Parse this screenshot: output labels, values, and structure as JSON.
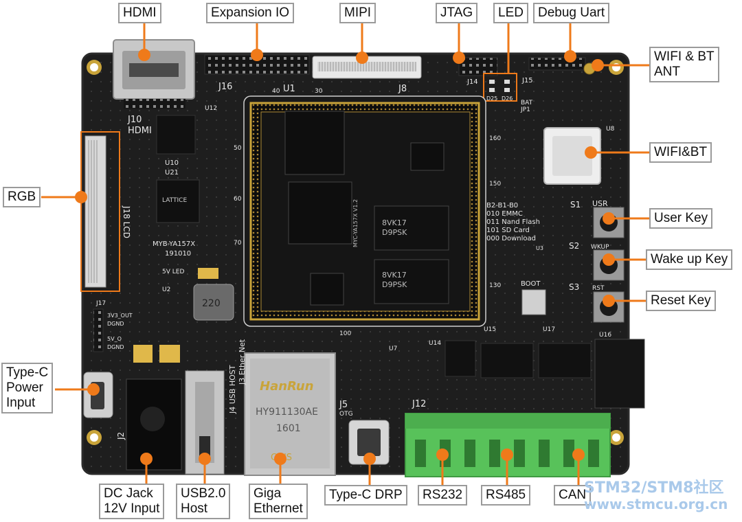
{
  "colors": {
    "pcb": "#1e1e1e",
    "pcb_edge": "#2b2b2b",
    "callout": "#ef7a1a",
    "label_border": "#9a9a9a",
    "terminal_green": "#58c25a",
    "gold": "#c9a43a",
    "watermark": "#a9c9ea"
  },
  "labels": {
    "hdmi": "HDMI",
    "expansion_io": "Expansion IO",
    "mipi": "MIPI",
    "jtag": "JTAG",
    "led": "LED",
    "debug_uart": "Debug Uart",
    "wifi_bt_ant_1": "WIFI & BT",
    "wifi_bt_ant_2": "ANT",
    "wifi_bt": "WIFI&BT",
    "rgb": "RGB",
    "user_key": "User Key",
    "wake_up_key": "Wake up Key",
    "reset_key": "Reset Key",
    "type_c_power_1": "Type-C",
    "type_c_power_2": "Power",
    "type_c_power_3": "Input",
    "dc_jack_1": "DC Jack",
    "dc_jack_2": "12V Input",
    "usb_host_1": "USB2.0",
    "usb_host_2": "Host",
    "giga_eth_1": "Giga",
    "giga_eth_2": "Ethernet",
    "type_c_drp": "Type-C DRP",
    "rs232": "RS232",
    "rs485": "RS485",
    "can": "CAN"
  },
  "silkscreen": {
    "j16": "J16",
    "u1": "U1",
    "j8": "J8",
    "j14": "J14",
    "j15": "J15",
    "j10": "J10",
    "hdmi": "HDMI",
    "j18": "J18 LCD",
    "board_name": "MYB-YA157X",
    "board_date": "191010",
    "boot_table": [
      "B2-B1-B0",
      "010 EMMC",
      "011 Nand Flash",
      "101 SD Card",
      "000 Download"
    ],
    "usr": "USR",
    "wkup": "WKUP",
    "rst": "RST",
    "s1": "S1",
    "s2": "S2",
    "s3": "S3",
    "boot": "BOOT",
    "j17": "J17",
    "v33_out": "3V3_OUT",
    "dgnd": "DGND",
    "v5_o": "5V_O",
    "led_5v": "5V LED",
    "j5": "J5",
    "otg": "OTG",
    "j12": "J12",
    "j4": "J4 USB HOST",
    "j3": "J3 Ether Net",
    "j2": "J2",
    "u8": "U8",
    "bat": "BAT",
    "jp1": "JP1",
    "inductor": "220",
    "mem_chip_1": "8VK17",
    "mem_chip_1b": "D9PSK",
    "mem_chip_2": "8VK17",
    "mem_chip_2b": "D9PSK",
    "som": "MYC-YA157X V1.2",
    "lattice": "LATTICE",
    "rj45_brand": "HanRun",
    "rj45_model": "HY911130AE",
    "rj45_code": "1601",
    "rj45_cert": "C US",
    "u10": "U10",
    "u21": "U21",
    "u12": "U12",
    "u2": "U2",
    "u3": "U3",
    "u7": "U7",
    "u14": "U14",
    "u15": "U15",
    "u17": "U17",
    "u16": "U16",
    "d25": "D25",
    "d26": "D26",
    "n40": "40",
    "n30": "30",
    "n50": "50",
    "n60": "60",
    "n70": "70",
    "n100": "100",
    "n130": "130",
    "n150": "150",
    "n160": "160"
  },
  "watermark": {
    "title": "STM32/STM8社区",
    "url": "www.stmcu.org.cn"
  }
}
